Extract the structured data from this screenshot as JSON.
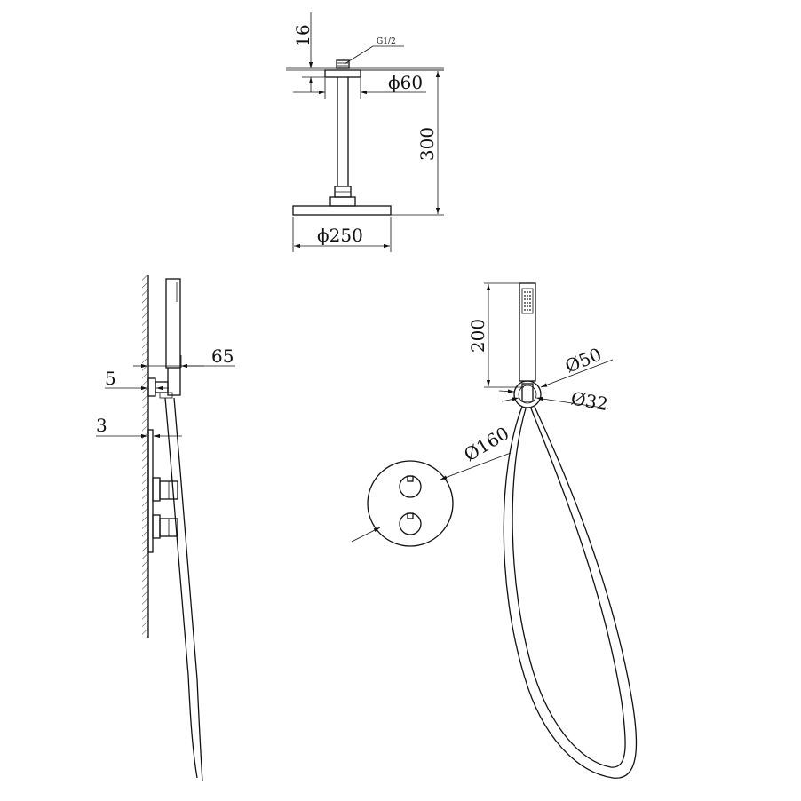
{
  "drawing": {
    "thread_note": "G1/2",
    "dimensions": {
      "ceiling_flange_height": "16",
      "ceiling_flange_diameter": "ϕ60",
      "arm_length": "300",
      "head_diameter": "ϕ250",
      "projection": "65",
      "bracket_offset": "5",
      "plate_thickness": "3",
      "handshower_length": "200",
      "holder_outer_diameter": "Ø50",
      "holder_inner_diameter": "Ø32",
      "mixer_plate_diameter": "Ø160"
    }
  }
}
